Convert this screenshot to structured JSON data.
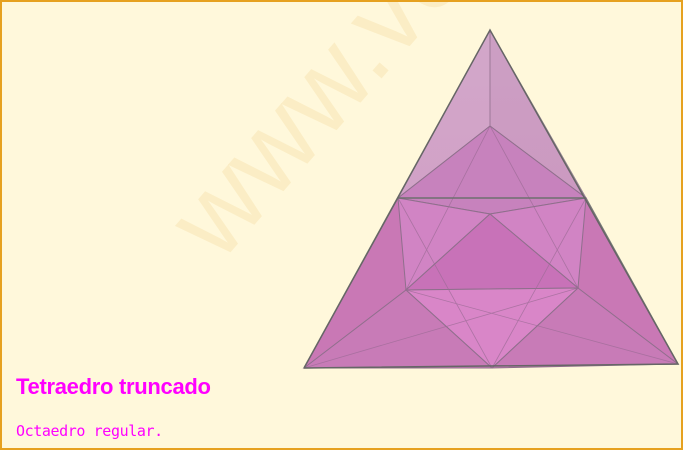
{
  "figure": {
    "name": "Tetraedro truncado",
    "description": "Octaedro regular."
  },
  "colors": {
    "border": "#e6a11f",
    "background": "#fff8db",
    "title_text": "#ff00ff",
    "face_fill": "#c978b5",
    "edge": "#777777"
  },
  "watermark": "www.vedoque.com"
}
